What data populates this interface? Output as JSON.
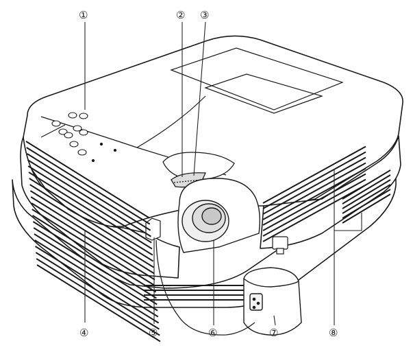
{
  "callouts": [
    {
      "id": "1",
      "label": "①"
    },
    {
      "id": "2",
      "label": "②"
    },
    {
      "id": "3",
      "label": "③"
    },
    {
      "id": "4",
      "label": "④"
    },
    {
      "id": "5",
      "label": "⑤"
    },
    {
      "id": "6",
      "label": "⑥"
    },
    {
      "id": "7",
      "label": "⑦"
    },
    {
      "id": "8",
      "label": "⑧"
    }
  ]
}
